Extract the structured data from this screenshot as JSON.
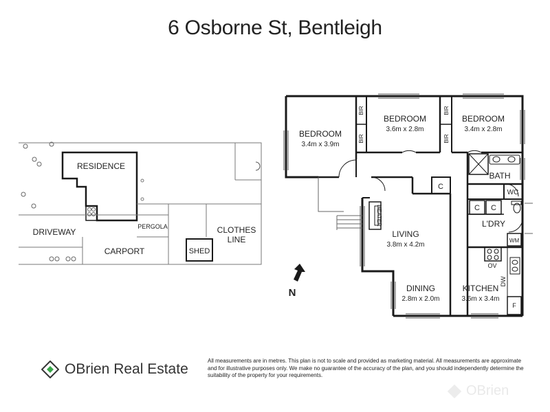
{
  "title": "6 Osborne St, Bentleigh",
  "site_plan": {
    "residence": "RESIDENCE",
    "driveway": "DRIVEWAY",
    "carport": "CARPORT",
    "pergola": "PERGOLA",
    "shed": "SHED",
    "clothes_line_1": "CLOTHES",
    "clothes_line_2": "LINE"
  },
  "floor_plan": {
    "bedroom1": {
      "name": "BEDROOM",
      "dims": "3.4m x 3.9m"
    },
    "bedroom2": {
      "name": "BEDROOM",
      "dims": "3.6m x 2.8m"
    },
    "bedroom3": {
      "name": "BEDROOM",
      "dims": "3.4m x 2.8m"
    },
    "living": {
      "name": "LIVING",
      "dims": "3.8m x 4.2m"
    },
    "dining": {
      "name": "DINING",
      "dims": "2.8m x 2.0m"
    },
    "kitchen": {
      "name": "KITCHEN",
      "dims": "3.6m x 3.4m"
    },
    "bath": "BATH",
    "wc": "WC",
    "laundry": "L'DRY",
    "heater": "HEATER",
    "bir": "BIR",
    "cupboard": "C",
    "wm": "WM",
    "ov": "OV",
    "dw": "DW",
    "fridge": "F",
    "north": "N"
  },
  "footer": {
    "brand": "OBrien Real Estate",
    "disclaimer": "All measurements are in metres. This plan is not to scale and provided as marketing material. All measurements are approximate and for illustrative purposes only. We make no guarantee of the accuracy of the plan, and you should independently determine the suitability of the property for your requirements.",
    "watermark": "OBrien"
  },
  "colors": {
    "wall": "#1a1a1a",
    "thin": "#555555",
    "brand_green": "#3aa84a",
    "text": "#222222"
  }
}
